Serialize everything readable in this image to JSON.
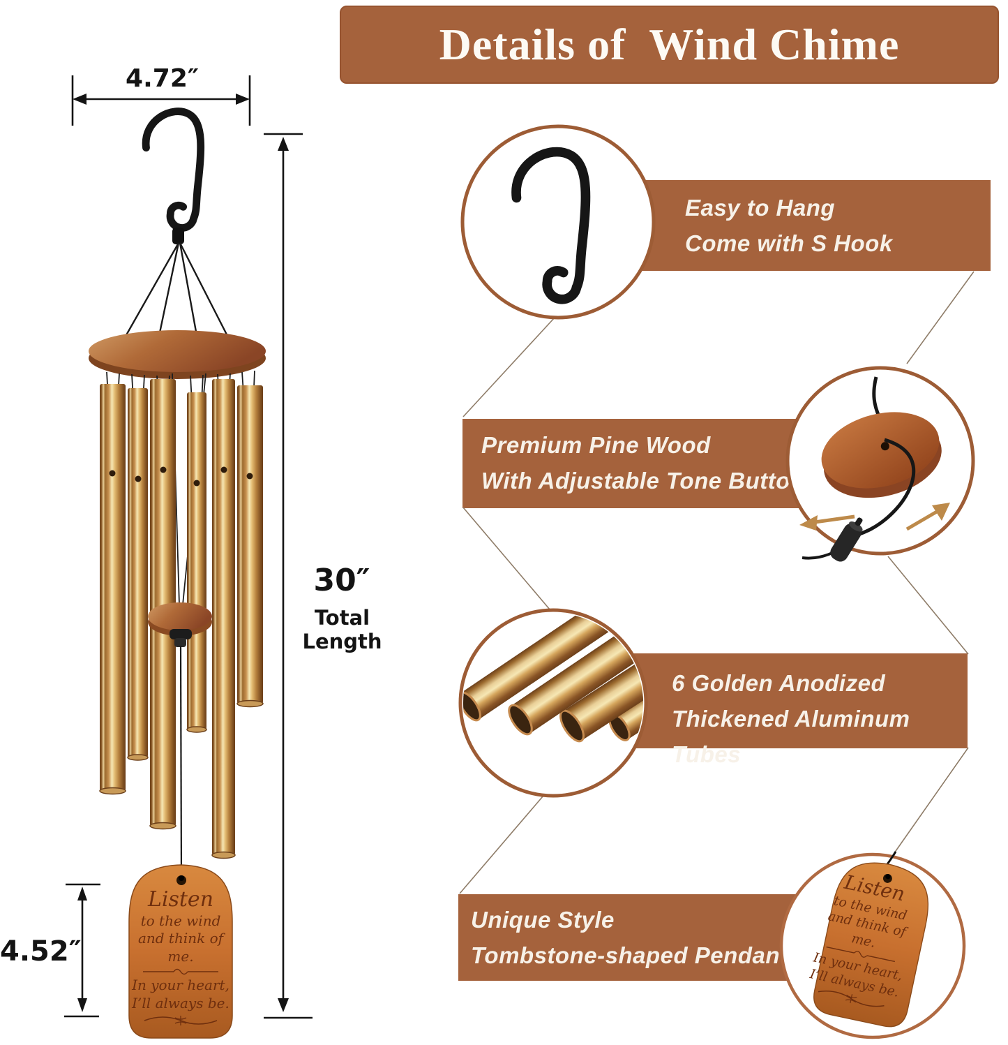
{
  "title": "Details of  Wind Chime",
  "measurements": {
    "hook_width": "4.72″",
    "total_length_value": "30″",
    "total_length_caption": "Total Length",
    "pendant_height": "4.52″"
  },
  "features": [
    {
      "id": "hang",
      "lines": [
        "Easy to Hang",
        "Come with S Hook"
      ]
    },
    {
      "id": "wood",
      "lines": [
        "Premium Pine Wood",
        "With Adjustable Tone Button"
      ]
    },
    {
      "id": "tubes",
      "lines": [
        "6 Golden Anodized",
        "Thickened Aluminum Tubes"
      ]
    },
    {
      "id": "pendant",
      "lines": [
        "Unique Style",
        "Tombstone-shaped Pendant"
      ]
    }
  ],
  "pendant_engraving": {
    "script_word": "Listen",
    "line2": "to the wind",
    "line3": "and think of me.",
    "line4": "In your heart,",
    "line5": "I’ll always be."
  },
  "colors": {
    "banner": "#a5623c",
    "banner_text": "#f7f1e8",
    "circle_ring": "#9d5c35",
    "connector_line": "#8e7c68",
    "dimension_ink": "#141414",
    "tube_gold": "#c8913f",
    "wood": "#a05c30",
    "pendant_wood": "#c8702f",
    "engraving": "#6f2f0e"
  }
}
